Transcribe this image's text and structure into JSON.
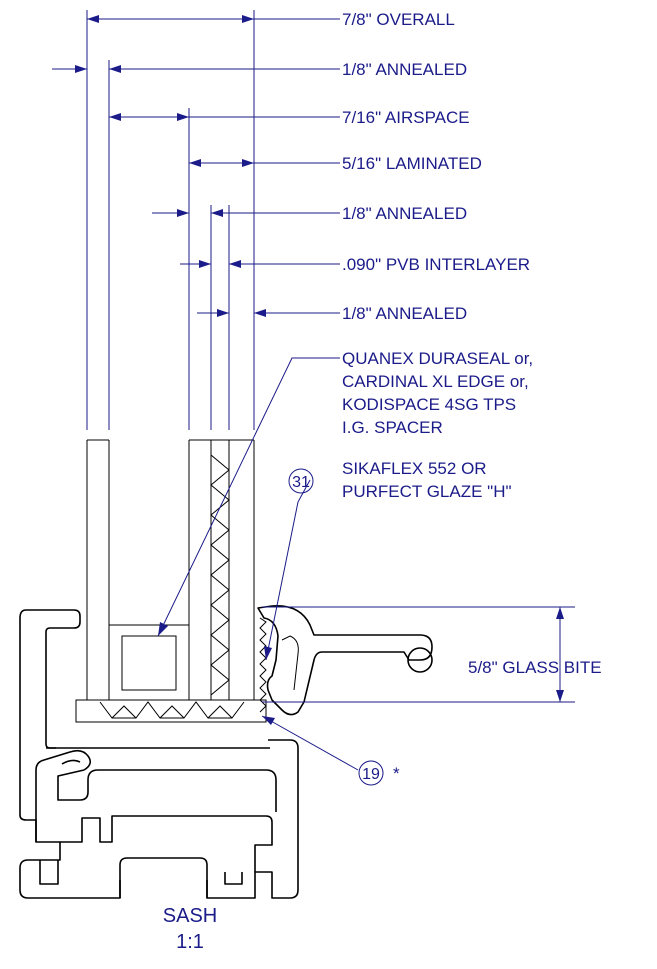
{
  "callouts": {
    "overall": "7/8\"  OVERALL",
    "annealed_1": "1/8\"  ANNEALED",
    "airspace": "7/16\"  AIRSPACE",
    "laminated": "5/16\"  LAMINATED",
    "annealed_2": "1/8\"  ANNEALED",
    "interlayer": ".090\"  PVB INTERLAYER",
    "annealed_3": "1/8\"  ANNEALED",
    "spacer_lines": [
      "QUANEX DURASEAL or,",
      "CARDINAL XL EDGE or,",
      "KODISPACE 4SG TPS",
      "I.G. SPACER"
    ],
    "sealant_lines": [
      "SIKAFLEX 552 OR",
      "PURFECT GLAZE \"H\""
    ],
    "glass_bite": "5/8\"  GLASS BITE"
  },
  "tags": {
    "tag_31": "31",
    "tag_19": "19",
    "asterisk": "*"
  },
  "title": {
    "name": "SASH",
    "scale": "1:1"
  },
  "colors": {
    "annotation": "#1b1b8a",
    "linework": "#000000"
  }
}
